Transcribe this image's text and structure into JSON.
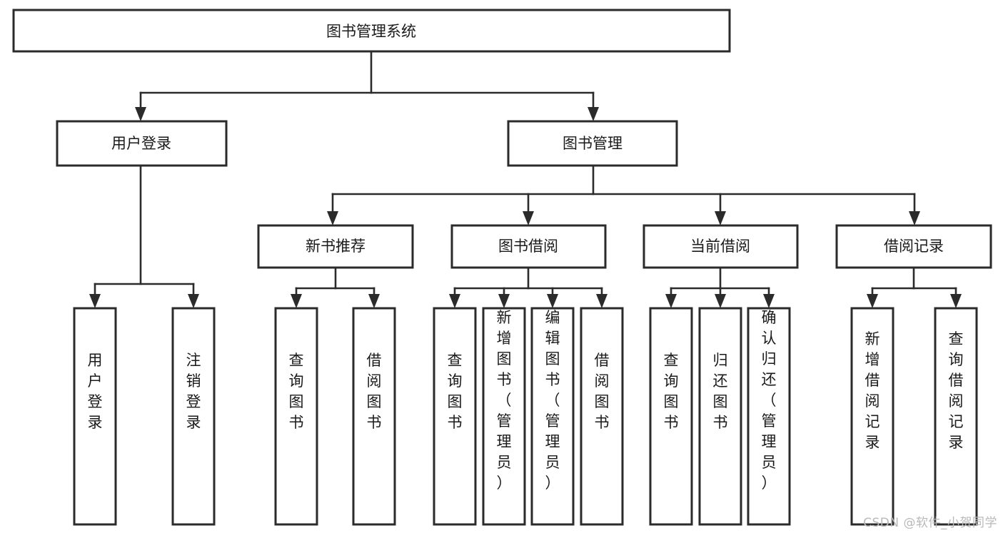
{
  "diagram": {
    "title": "图书管理系统",
    "type": "tree-hierarchy-chart",
    "root": {
      "id": "root",
      "label": "图书管理系统",
      "orientation": "horizontal"
    },
    "level2": [
      {
        "id": "user-login",
        "label": "用户登录",
        "orientation": "horizontal"
      },
      {
        "id": "book-management",
        "label": "图书管理",
        "orientation": "horizontal"
      }
    ],
    "level3": [
      {
        "id": "new-book-recommend",
        "label": "新书推荐",
        "orientation": "horizontal",
        "parent": "book-management"
      },
      {
        "id": "book-borrow",
        "label": "图书借阅",
        "orientation": "horizontal",
        "parent": "book-management"
      },
      {
        "id": "current-borrow",
        "label": "当前借阅",
        "orientation": "horizontal",
        "parent": "book-management"
      },
      {
        "id": "borrow-record",
        "label": "借阅记录",
        "orientation": "horizontal",
        "parent": "book-management"
      }
    ],
    "leaves": {
      "user_login": [
        {
          "id": "leaf-user-login",
          "label": "用户登录",
          "orientation": "vertical"
        },
        {
          "id": "leaf-logout-login",
          "label": "注销登录",
          "orientation": "vertical"
        }
      ],
      "new_book_recommend": [
        {
          "id": "leaf-query-book-1",
          "label": "查询图书",
          "orientation": "vertical"
        },
        {
          "id": "leaf-borrow-book-1",
          "label": "借阅图书",
          "orientation": "vertical"
        }
      ],
      "book_borrow": [
        {
          "id": "leaf-query-book-2",
          "label": "查询图书",
          "orientation": "vertical"
        },
        {
          "id": "leaf-add-book",
          "label": "新增图书（管理员）",
          "orientation": "vertical"
        },
        {
          "id": "leaf-edit-book",
          "label": "编辑图书（管理员）",
          "orientation": "vertical"
        },
        {
          "id": "leaf-borrow-book-2",
          "label": "借阅图书",
          "orientation": "vertical"
        }
      ],
      "current_borrow": [
        {
          "id": "leaf-query-book-3",
          "label": "查询图书",
          "orientation": "vertical"
        },
        {
          "id": "leaf-return-book",
          "label": "归还图书",
          "orientation": "vertical"
        },
        {
          "id": "leaf-confirm-return",
          "label": "确认归还（管理员）",
          "orientation": "vertical"
        }
      ],
      "borrow_record": [
        {
          "id": "leaf-add-borrow-record",
          "label": "新增借阅记录",
          "orientation": "vertical"
        },
        {
          "id": "leaf-query-borrow-record",
          "label": "查询借阅记录",
          "orientation": "vertical"
        }
      ]
    },
    "colors": {
      "stroke": "#2b2b2b",
      "fill": "#ffffff",
      "text": "#1a1a1a",
      "watermark": "#b9b9b9"
    }
  },
  "watermark": {
    "text": "CSDN @软件_小贺同学"
  }
}
